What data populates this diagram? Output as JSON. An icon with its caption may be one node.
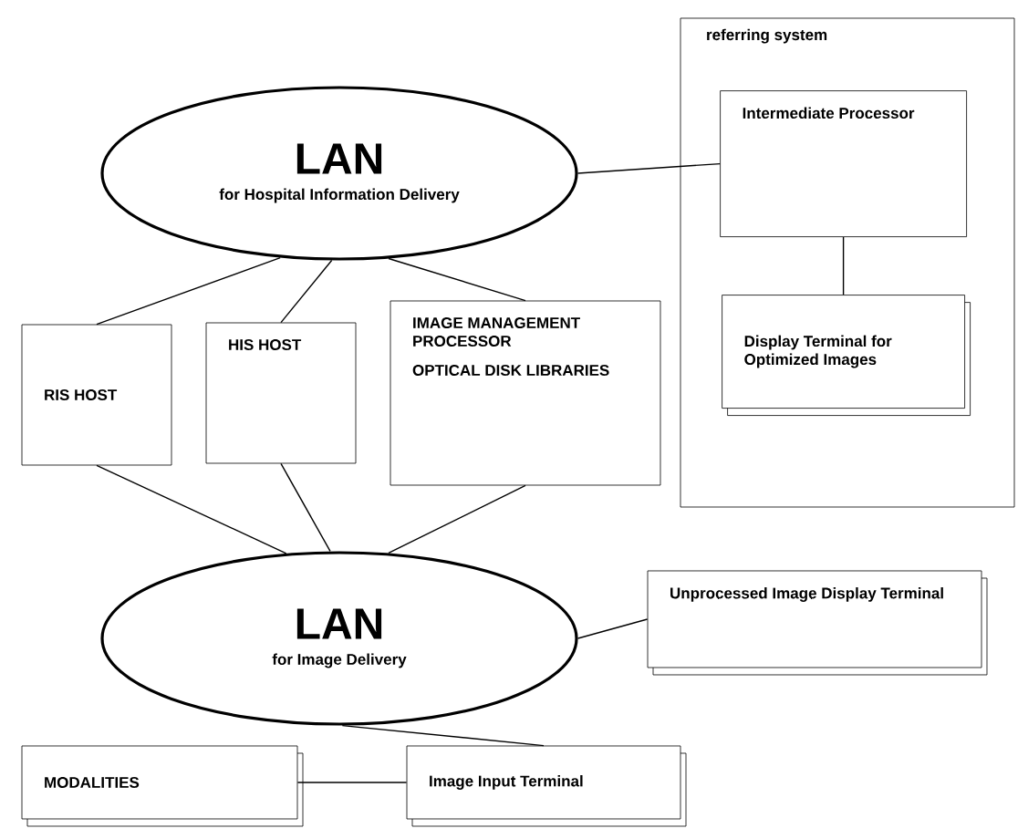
{
  "diagram": {
    "nodes": [
      {
        "text": [
          "LAN",
          "for Hospital Information Delivery"
        ]
      },
      {
        "text": [
          "RIS HOST"
        ]
      },
      {
        "text": [
          "HIS HOST"
        ]
      },
      {
        "text": [
          "IMAGE MANAGEMENT PROCESSOR",
          "OPTICAL DISK LIBRARIES"
        ]
      },
      {
        "text": [
          "referring system"
        ]
      },
      {
        "text": [
          "Intermediate Processor"
        ],
        "in": 4
      },
      {
        "text": [
          "Display Terminal for Optimized Images"
        ],
        "in": 4
      },
      {
        "text": [
          "LAN",
          "for Image Delivery"
        ]
      },
      {
        "text": [
          "Unprocessed Image Display Terminal"
        ]
      },
      {
        "text": [
          "MODALITIES"
        ]
      },
      {
        "text": [
          "Image Input Terminal"
        ]
      }
    ],
    "edges": [
      {
        "from": 0,
        "to": 1,
        "arrow": "none"
      },
      {
        "from": 0,
        "to": 2,
        "arrow": "none"
      },
      {
        "from": 0,
        "to": 3,
        "arrow": "none"
      },
      {
        "from": 0,
        "to": 5,
        "arrow": "none"
      },
      {
        "from": 5,
        "to": 6,
        "arrow": "none"
      },
      {
        "from": 1,
        "to": 7,
        "arrow": "none"
      },
      {
        "from": 2,
        "to": 7,
        "arrow": "none"
      },
      {
        "from": 3,
        "to": 7,
        "arrow": "none"
      },
      {
        "from": 7,
        "to": 8,
        "arrow": "none"
      },
      {
        "from": 7,
        "to": 10,
        "arrow": "none"
      },
      {
        "from": 9,
        "to": 10,
        "arrow": "none"
      }
    ]
  }
}
